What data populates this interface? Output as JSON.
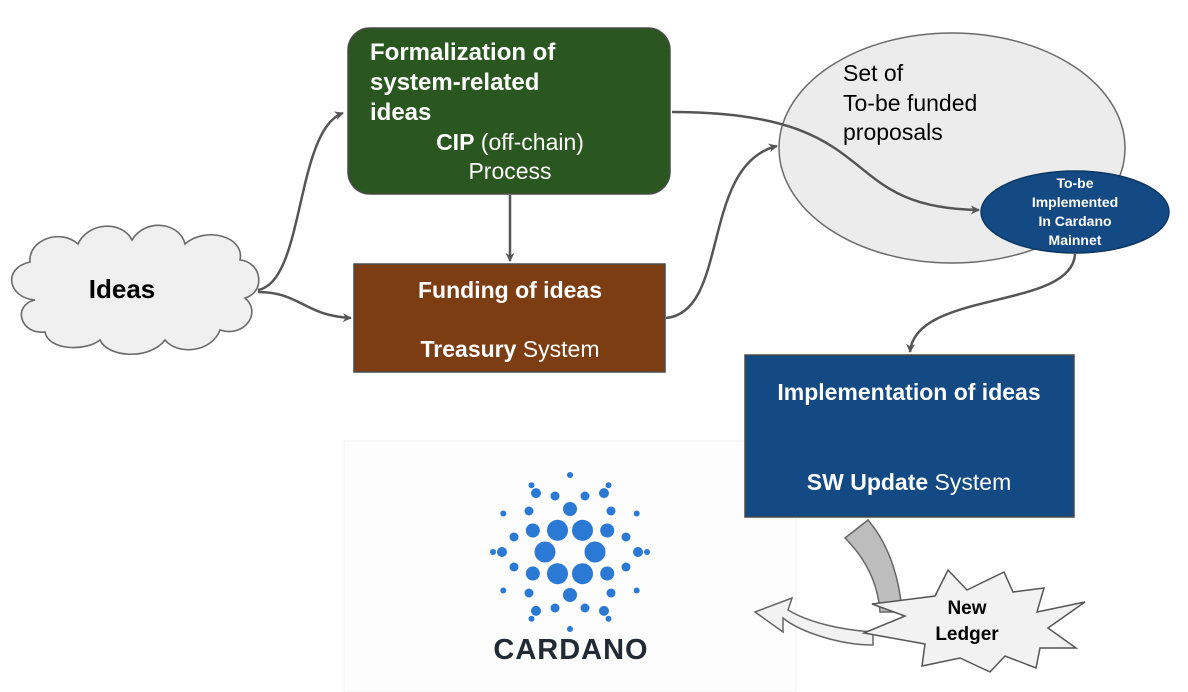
{
  "ideas": {
    "label": "Ideas"
  },
  "formalization": {
    "title_line1": "Formalization of",
    "title_line2": "system-related",
    "title_line3": "ideas",
    "cip_bold": "CIP",
    "cip_rest": " (off-chain)",
    "process": "Process"
  },
  "funding": {
    "title": "Funding of ideas",
    "treasury_bold": "Treasury",
    "treasury_rest": " System"
  },
  "proposals_set": {
    "line1": "Set of",
    "line2": "To-be funded",
    "line3": "proposals"
  },
  "to_be_implemented": {
    "line1": "To-be",
    "line2": "Implemented",
    "line3": "In Cardano",
    "line4": "Mainnet"
  },
  "implementation": {
    "title": "Implementation of ideas",
    "sw_bold": "SW Update",
    "sw_rest": " System"
  },
  "new_ledger": {
    "line1": "New",
    "line2": "Ledger"
  },
  "logo": {
    "wordmark": "CARDANO"
  },
  "colors": {
    "formalization_fill": "#2a5720",
    "funding_fill": "#7d3d13",
    "implementation_fill": "#134a84",
    "ellipse_fill": "#ececec",
    "cloud_fill": "#f0f0f0",
    "arrow": "#555555",
    "logo_blue": "#2a7ad5",
    "logo_text": "#222a35"
  }
}
